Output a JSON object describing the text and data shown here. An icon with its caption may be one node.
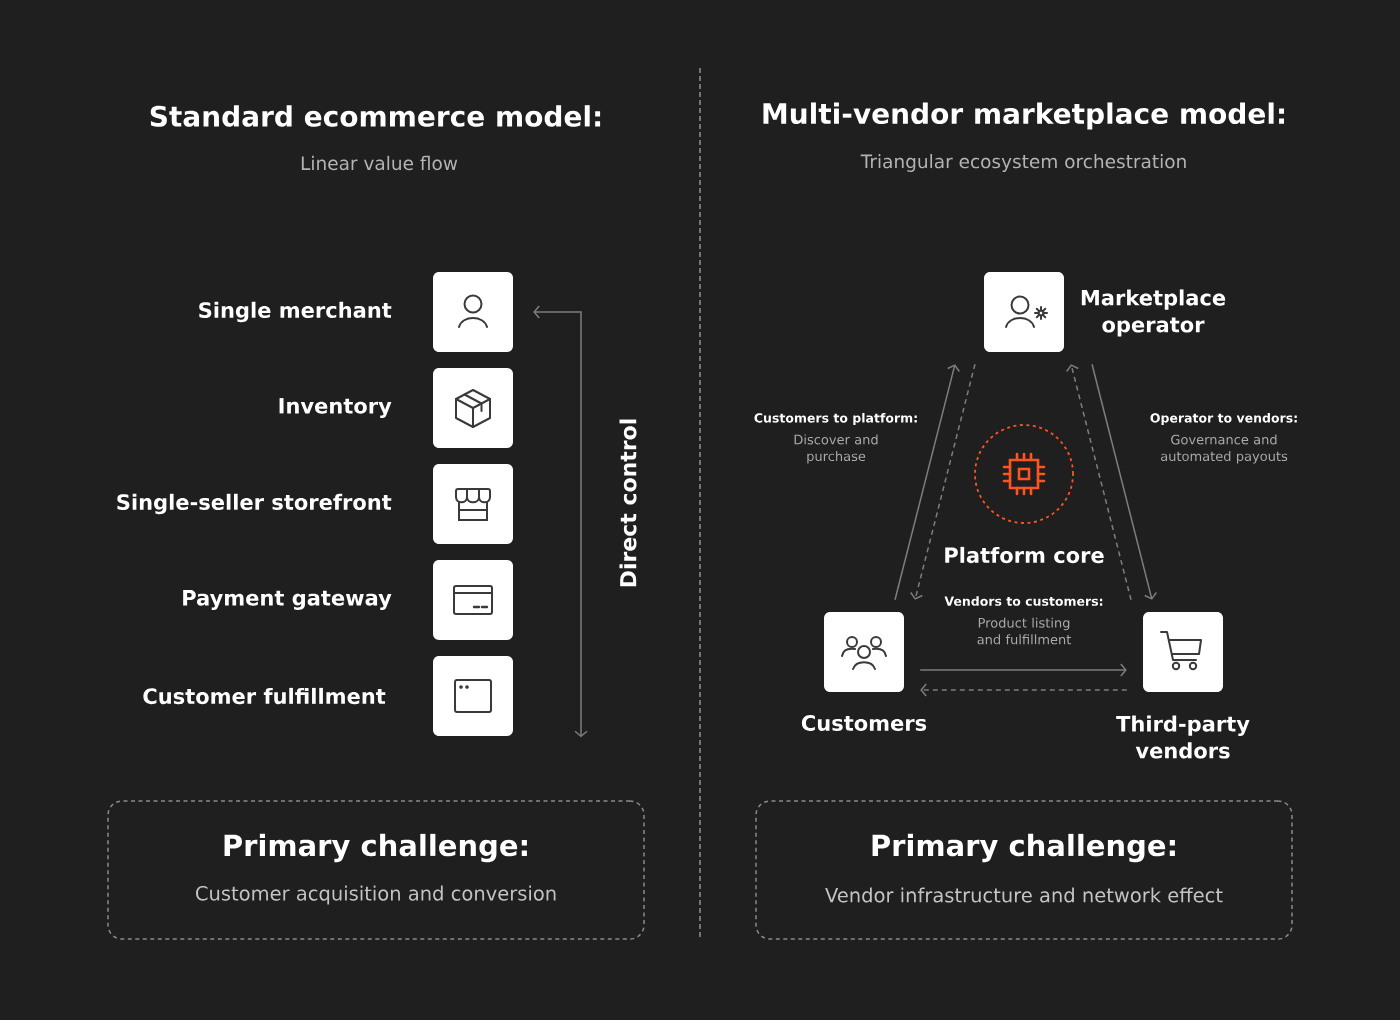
{
  "diagram": {
    "nodes": [
      {
        "text": [
          "Single merchant"
        ]
      },
      {
        "text": [
          "Inventory"
        ]
      },
      {
        "text": [
          "Single-seller storefront"
        ]
      },
      {
        "text": [
          "Payment gateway"
        ]
      },
      {
        "text": [
          "Customer fulfillment"
        ]
      },
      {
        "text": [
          "Primary challenge:",
          "Customer acquisition and conversion"
        ]
      },
      {
        "text": [
          "Marketplace operator"
        ]
      },
      {
        "text": [
          "Platform core"
        ]
      },
      {
        "text": [
          "Customers"
        ]
      },
      {
        "text": [
          "Third-party vendors"
        ]
      },
      {
        "text": [
          "Primary challenge:",
          "Vendor infrastructure and network effect"
        ]
      }
    ],
    "edges": [
      {
        "from": 0,
        "to": 4,
        "arrow": "both",
        "label": "Direct control"
      },
      {
        "from": 8,
        "to": 6,
        "arrow": "to"
      },
      {
        "from": 6,
        "to": 8,
        "arrow": "to",
        "style": "dashed"
      },
      {
        "from": 6,
        "to": 9,
        "arrow": "to"
      },
      {
        "from": 9,
        "to": 6,
        "arrow": "to",
        "style": "dashed"
      },
      {
        "from": 8,
        "to": 9,
        "arrow": "to"
      },
      {
        "from": 9,
        "to": 8,
        "arrow": "to",
        "style": "dashed"
      }
    ],
    "labels": [
      "Standard ecommerce model:",
      "Linear value flow",
      "Multi-vendor marketplace model:",
      "Triangular ecosystem orchestration",
      "Customers to platform:",
      "Discover and purchase",
      "Operator to vendors:",
      "Governance and automated payouts",
      "Vendors to customers:",
      "Product listing and fulfillment"
    ]
  }
}
